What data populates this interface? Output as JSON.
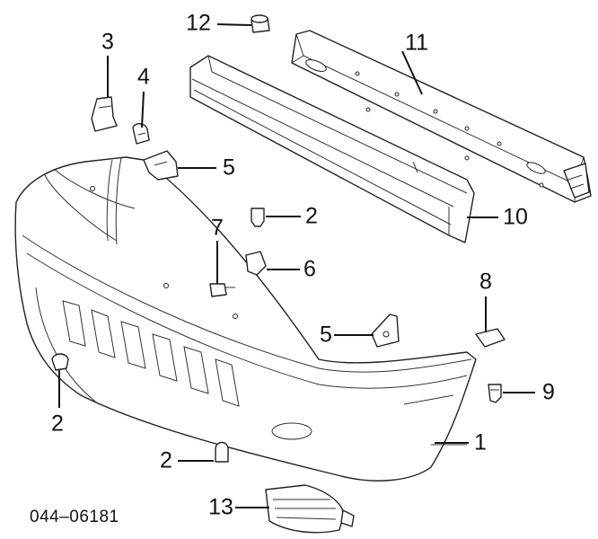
{
  "catalog_number": "044–06181",
  "callouts": [
    {
      "id": "c1",
      "text": "1"
    },
    {
      "id": "c2a",
      "text": "2"
    },
    {
      "id": "c2b",
      "text": "2"
    },
    {
      "id": "c2c",
      "text": "2"
    },
    {
      "id": "c3",
      "text": "3"
    },
    {
      "id": "c4",
      "text": "4"
    },
    {
      "id": "c5a",
      "text": "5"
    },
    {
      "id": "c5b",
      "text": "5"
    },
    {
      "id": "c6",
      "text": "6"
    },
    {
      "id": "c7",
      "text": "7"
    },
    {
      "id": "c8",
      "text": "8"
    },
    {
      "id": "c9",
      "text": "9"
    },
    {
      "id": "c10",
      "text": "10"
    },
    {
      "id": "c11",
      "text": "11"
    },
    {
      "id": "c12",
      "text": "12"
    },
    {
      "id": "c13",
      "text": "13"
    }
  ]
}
